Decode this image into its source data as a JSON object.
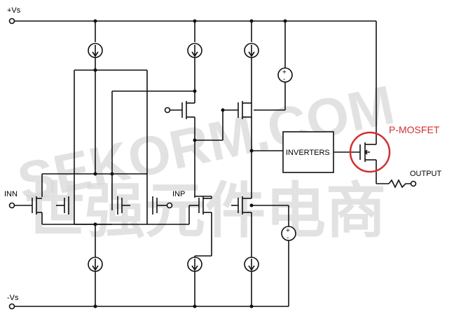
{
  "labels": {
    "vs_pos": "+Vs",
    "vs_neg": "-Vs",
    "inn": "INN",
    "inp": "INP",
    "inverters": "INVERTERS",
    "output": "OUTPUT",
    "pmosfet": "P-MOSFET"
  },
  "watermark": {
    "latin": "SEKORM.COM",
    "cjk": "世强元件电商"
  },
  "colors": {
    "wire": "#111111",
    "highlight": "#d32f2f",
    "watermark": "#d9d9d9"
  }
}
